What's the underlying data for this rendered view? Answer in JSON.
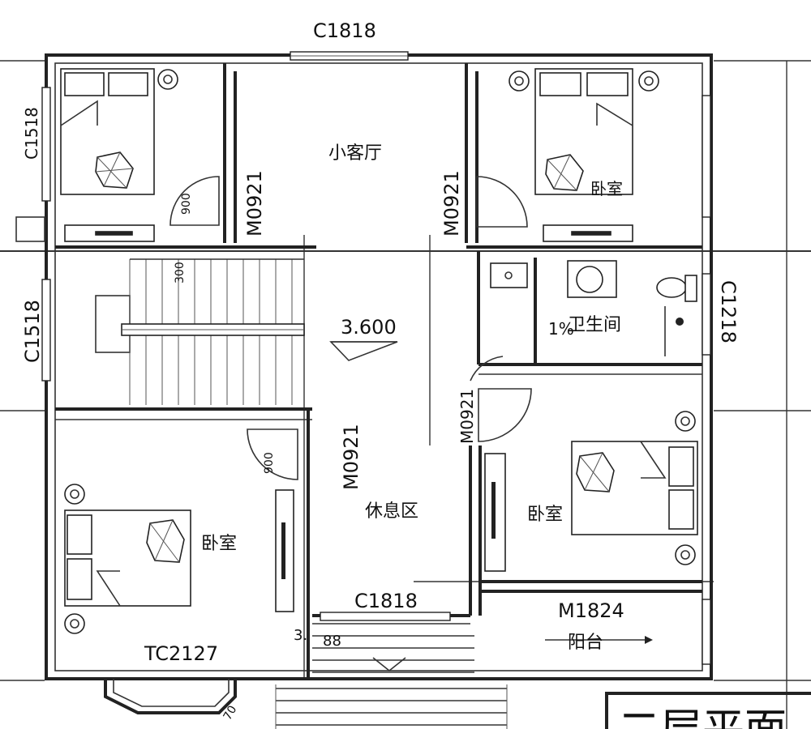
{
  "title_fragment": "二层平面",
  "rooms": {
    "small_living": "小客厅",
    "bedroom_top_right": "卧室",
    "bathroom": "卫生间",
    "lounge": "休息区",
    "bedroom_lower_right": "卧室",
    "bedroom_lower_left": "卧室",
    "balcony": "阳台"
  },
  "elevation": "3.600",
  "slope": "1%",
  "windows": {
    "top": "C1818",
    "left_upper": "C1518",
    "left_middle": "C1518",
    "right_bath": "C1218",
    "center_bottom": "C1818",
    "bay": "TC2127"
  },
  "doors": {
    "left": "M0921",
    "right": "M0921",
    "lounge": "M0921",
    "bath": "M0921",
    "balcony": "M1824"
  },
  "dimensions": {
    "swing_top_left": "900",
    "stair_tread": "300",
    "swing_lounge": "900",
    "stair_small": "3.",
    "stair_small_2": "88",
    "bay_edge": "70"
  }
}
